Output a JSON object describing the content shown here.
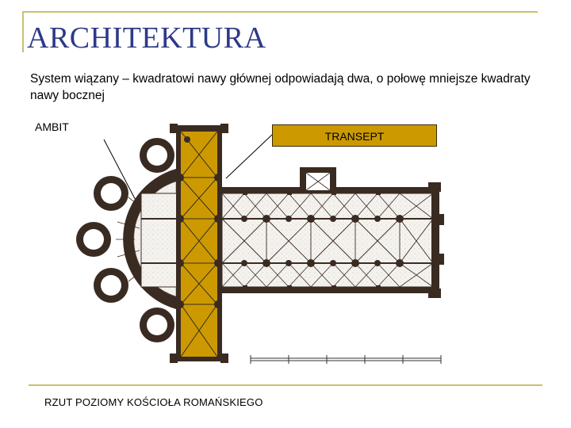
{
  "slide": {
    "title": "ARCHITEKTURA",
    "subtitle": "System wiązany – kwadratowi nawy głównej odpowiadają dwa, o połowę mniejsze kwadraty nawy bocznej",
    "labels": {
      "ambit": "AMBIT",
      "transept": "TRANSEPT"
    },
    "caption": "RZUT POZIOMY KOŚCIOŁA ROMAŃSKIEGO"
  },
  "colors": {
    "title": "#2e3a87",
    "accent_line": "#c9c16b",
    "transept_fill": "#cc9a00",
    "walls": "#3a2b22"
  }
}
